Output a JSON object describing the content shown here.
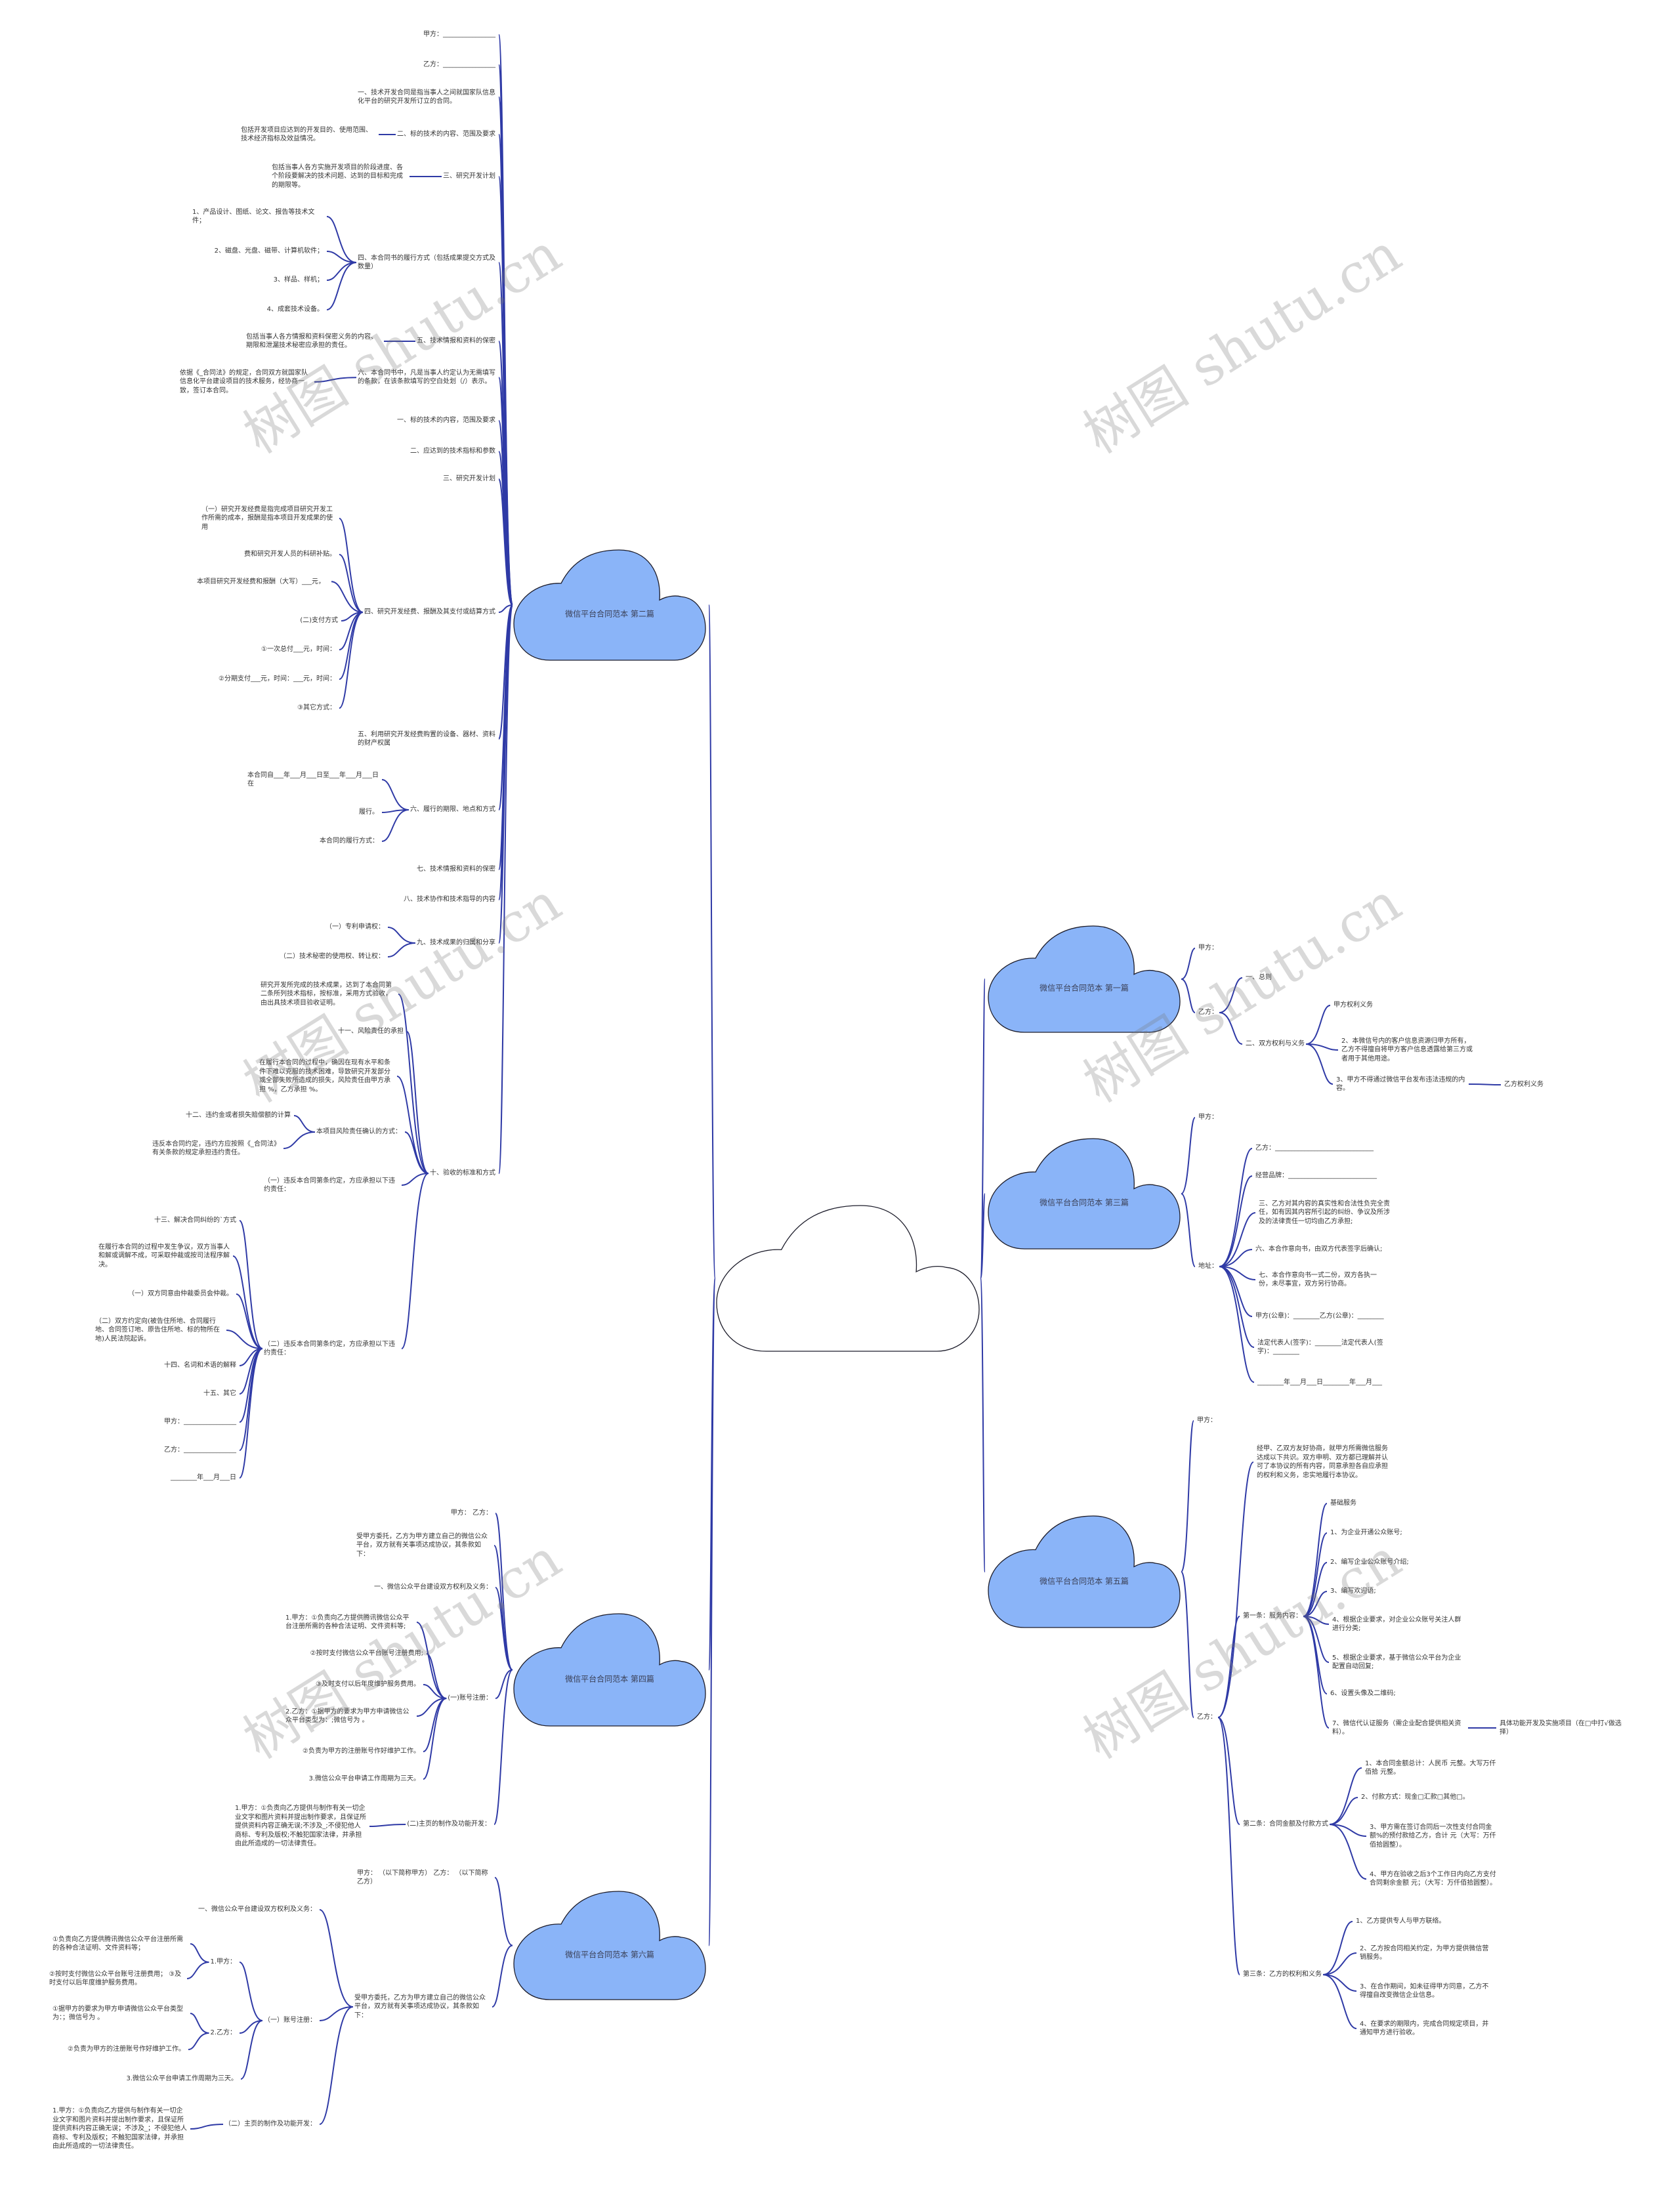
{
  "watermark": "树图 shutu.cn",
  "colors": {
    "cloud_fill": "#8ab4f8",
    "cloud_stroke": "#1c1c2a",
    "connector": "#2f3aa6",
    "text": "#333333"
  },
  "p2": {
    "title": "微信平台合同范本 第二篇",
    "items": [
      "甲方：________________",
      "乙方：________________",
      "一、技术开发合同是指当事人之间就国家队信息化平台的研究开发所订立的合同。",
      "二、标的技术的内容、范围及要求",
      "包括开发项目应达到的开发目的、使用范围、技术经济指标及效益情况。",
      "三、研究开发计划",
      "包括当事人各方实施开发项目的阶段进度、各个阶段要解决的技术问题、达到的目标和完成的期限等。",
      "四、本合同书的履行方式（包括成果提交方式及数量）",
      "1、产品设计、图纸、论文、报告等技术文件；",
      "2、磁盘、光盘、磁带、计算机软件；",
      "3、样品、样机；",
      "4、成套技术设备。",
      "五、技术情报和资料的保密",
      "包括当事人各方情报和资料保密义务的内容、期限和泄漏技术秘密应承担的责任。",
      "六、本合同书中，凡是当事人约定认为无需填写的条款，在该条款填写的空白处划（/）表示。",
      "依据《_合同法》的规定，合同双方就国家队信息化平台建设项目的技术服务，经协商一致，签订本合同。",
      "一、标的技术的内容，范围及要求",
      "二、应达到的技术指标和参数",
      "三、研究开发计划",
      "四、研究开发经费、报酬及其支付或结算方式",
      "（一）研究开发经费是指完成项目研究开发工作所需的成本，报酬是指本项目开发成果的使用",
      "费和研究开发人员的科研补贴。",
      "本项目研究开发经费和报酬（大写）___元，",
      "(二)支付方式",
      "①一次总付___元，时间：",
      "②分期支付___元，时间：___元，时间：",
      "③其它方式：",
      "五、利用研究开发经费购置的设备、器材、资料的财产权属",
      "六、履行的期限、地点和方式",
      "本合同自___年___月___日至___年___月___日在",
      "履行。",
      "本合同的履行方式：",
      "七、技术情报和资料的保密",
      "八、技术协作和技术指导的内容",
      "九、技术成果的归属和分享",
      "（一）专利申请权：",
      "（二）技术秘密的使用权、转让权：",
      "十、验收的标准和方式",
      "研究开发所完成的技术成果，达到了本合同第二条所列技术指标，按标准，采用方式验收，由出具技术项目验收证明。",
      "十一、风险责任的承担",
      "在履行本合同的过程中，确因在现有水平和条件下难以克服的技术困难，导致研究开发部分或全部失败所造成的损失，风险责任由甲方承担 %，乙方承担 %。",
      "本项目风险责任确认的方式：",
      "十二、违约金或者损失赔偿额的计算",
      "违反本合同约定，违约方应按照《_合同法》有关条款的规定承担违约责任。",
      "（一）违反本合同第条约定，方应承担以下违约责任：",
      "（二）违反本合同第条约定，方应承担以下违约责任：",
      "十三、解决合同纠纷的`方式",
      "在履行本合同的过程中发生争议，双方当事人和解或调解不成，可采取仲裁或按司法程序解决。",
      "（一）双方同意由仲裁委员会仲裁。",
      "（二）双方约定向(被告住所地、合同履行地、合同签订地、原告住所地、标的物所在地)人民法院起诉。",
      "十四、名词和术语的解释",
      "十五、其它",
      "甲方：________________",
      "乙方：________________",
      "________年___月___日"
    ]
  },
  "p4": {
    "title": "微信平台合同范本 第四篇",
    "items": [
      "甲方：  乙方：",
      "受甲方委托，乙方为甲方建立自己的微信公众平台，双方就有关事项达成协议，其条款如下：",
      "一、微信公众平台建设双方权利及义务：",
      "(一)账号注册：",
      "1.甲方：①负责向乙方提供腾讯微信公众平台注册所需的各种合法证明、文件资料等;",
      "②按时支付微信公众平台账号注册费用;",
      "③及时支付以后年度维护服务费用。",
      "2.乙方：①据甲方的要求为甲方申请微信公众平台类型为：;微信号为 。",
      "②负责为甲方的注册账号作好维护工作。",
      "3.微信公众平台申请工作周期为三天。",
      "(二)主页的制作及功能开发：",
      "1.甲方：①负责向乙方提供与制作有关一切企业文字和图片资料并提出制作要求，且保证所提供资料内容正确无误;不涉及_;不侵犯他人商标、专利及版权;不触犯国家法律，并承担由此所造成的一切法律责任。"
    ]
  },
  "p6": {
    "title": "微信平台合同范本 第六篇",
    "items": [
      "甲方：  （以下简称甲方） 乙方：  （以下简称乙方）",
      "受甲方委托，乙方为甲方建立自己的微信公众平台，双方就有关事项达成协议，其条款如下：",
      "一、微信公众平台建设双方权利及义务：",
      "（一）账号注册：",
      "（二）主页的制作及功能开发：",
      "1.甲方：",
      "2.乙方：",
      "3.微信公众平台申请工作周期为三天。",
      "①负责向乙方提供腾讯微信公众平台注册所需的各种合法证明、文件资料等；",
      "②按时支付微信公众平台账号注册费用； ③及时支付以后年度维护服务费用。",
      "①据甲方的要求为甲方申请微信公众平台类型为：；微信号为 。",
      "②负责为甲方的注册账号作好维护工作。",
      "1.甲方：①负责向乙方提供与制作有关一切企业文字和图片资料并提出制作要求，且保证所提供资料内容正确无误；不涉及_；不侵犯他人商标、专利及版权；不触犯国家法律，并承担由此所造成的一切法律责任。"
    ]
  },
  "p1": {
    "title": "微信平台合同范本 第一篇",
    "items": [
      "甲方：",
      "乙方：",
      "一、总则",
      "二、双方权利与义务",
      "甲方权利义务",
      "2、本微信号内的客户信息资源归甲方所有，乙方不得擅自将甲方客户信息透露给第三方或者用于其他用途。",
      "3、甲方不得通过微信平台发布违法违规的内容。",
      "乙方权利义务"
    ]
  },
  "p3": {
    "title": "微信平台合同范本 第三篇",
    "items": [
      "甲方：",
      "地址：",
      "乙方：______________________________",
      "经营品牌：___________________________",
      "三、乙方对其内容的真实性和合法性负完全责任，如有因其内容所引起的纠纷、争议及所涉及的法律责任一切均由乙方承担;",
      "六、本合作意向书，由双方代表签字后确认;",
      "七、本合作意向书一式二份，双方各执一份，未尽事宜，双方另行协商。",
      "甲方(公章)：________乙方(公章)：________",
      "法定代表人(签字)：________法定代表人(签字)：________",
      "________年___月___日________年___月___"
    ]
  },
  "p5": {
    "title": "微信平台合同范本 第五篇",
    "items": [
      "甲方：",
      "乙方：",
      "经甲、乙双方友好协商，就甲方所需微信服务达成以下共识。双方申明、双方都已理解并认可了本协议的所有内容，同意承担各自应承担的权利和义务，忠实地履行本协议。",
      "第一条：服务内容：",
      "基础服务",
      "1、为企业开通公众账号;",
      "2、编写企业公众账号介绍;",
      "3、编写欢迎语;",
      "4、根据企业要求，对企业公众账号关注人群进行分类;",
      "5、根据企业要求，基于微信公众平台为企业配置自动回复;",
      "6、设置头像及二维码;",
      "7、微信代认证服务（需企业配合提供相关资料）。",
      "具体功能开发及实施项目（在□中打√做选择）",
      "第二条：合同金额及付款方式",
      "1、本合同金额总计：人民币 元整。大写万仟佰拾 元整。",
      "2、付款方式：现金□汇款□其他□。",
      "3、甲方需在签订合同后一次性支付合同金额%的预付款给乙方，合计 元（大写：万仟佰拾圆整）。",
      "4、甲方在验收之后3个工作日内向乙方支付合同剩余金额 元；（大写：万仟佰拾圆整）。",
      "第三条：乙方的权利和义务",
      "1、乙方提供专人与甲方联络。",
      "2、乙方按合同相关约定，为甲方提供微信营销服务。",
      "3、在合作期间，如未征得甲方同意，乙方不得擅自改变微信企业信息。",
      "4、在要求的期限内，完成合同规定项目，并通知甲方进行验收。"
    ]
  }
}
